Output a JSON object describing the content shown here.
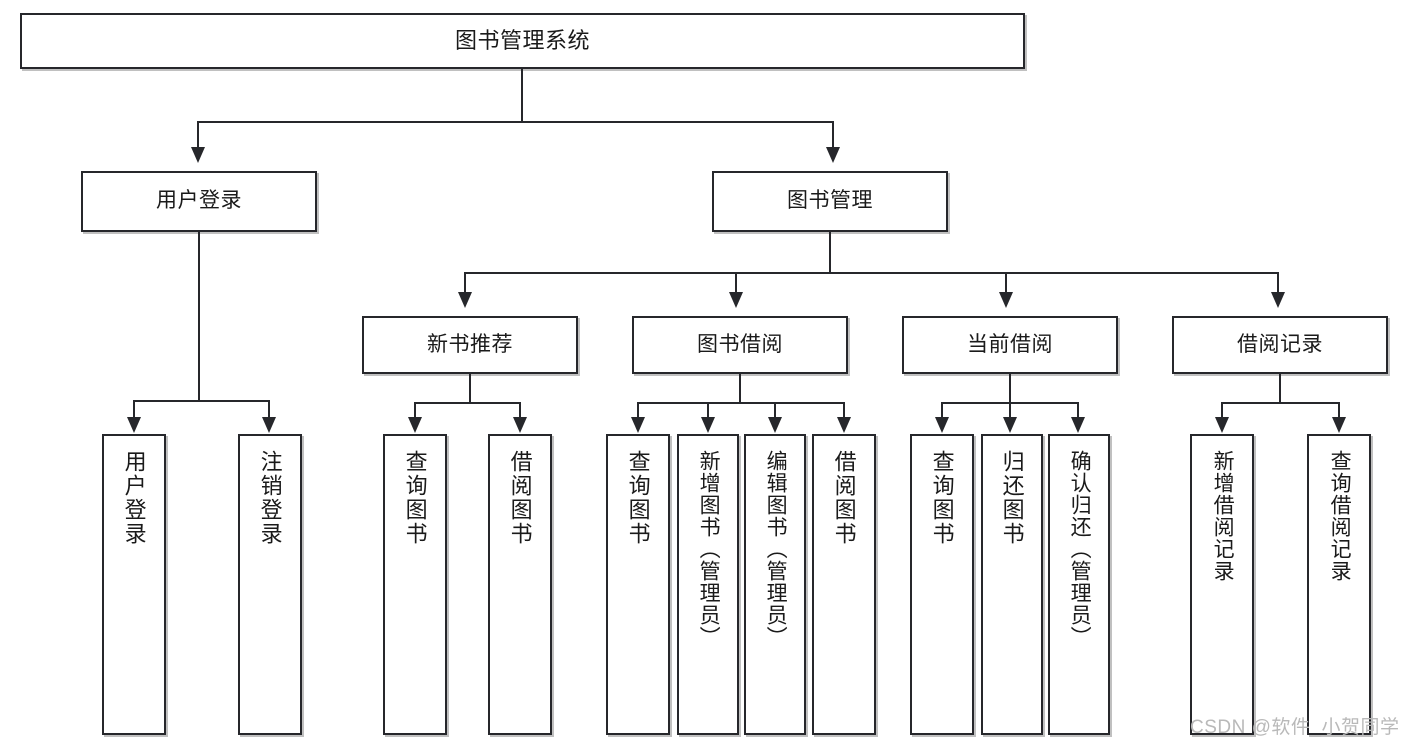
{
  "diagram": {
    "type": "tree-hierarchy-chart",
    "root": {
      "label": "图书管理系统"
    },
    "level1": [
      {
        "label": "用户登录"
      },
      {
        "label": "图书管理"
      }
    ],
    "level2": [
      {
        "label": "新书推荐"
      },
      {
        "label": "图书借阅"
      },
      {
        "label": "当前借阅"
      },
      {
        "label": "借阅记录"
      }
    ],
    "leaves": {
      "user_login": [
        {
          "label": "用户登录"
        },
        {
          "label": "注销登录"
        }
      ],
      "new_book_recommend": [
        {
          "label": "查询图书"
        },
        {
          "label": "借阅图书"
        }
      ],
      "book_borrow": [
        {
          "label": "查询图书"
        },
        {
          "label": "新增图书（管理员）"
        },
        {
          "label": "编辑图书（管理员）"
        },
        {
          "label": "借阅图书"
        }
      ],
      "current_borrow": [
        {
          "label": "查询图书"
        },
        {
          "label": "归还图书"
        },
        {
          "label": "确认归还（管理员）"
        }
      ],
      "borrow_record": [
        {
          "label": "新增借阅记录"
        },
        {
          "label": "查询借阅记录"
        }
      ]
    }
  },
  "watermark": {
    "text": "CSDN @软件_小贺同学"
  },
  "colors": {
    "stroke": "#26272b",
    "box_fill": "#ffffff",
    "text": "#1a1a1a",
    "watermark": "#b9b9b9",
    "background": "#ffffff"
  }
}
